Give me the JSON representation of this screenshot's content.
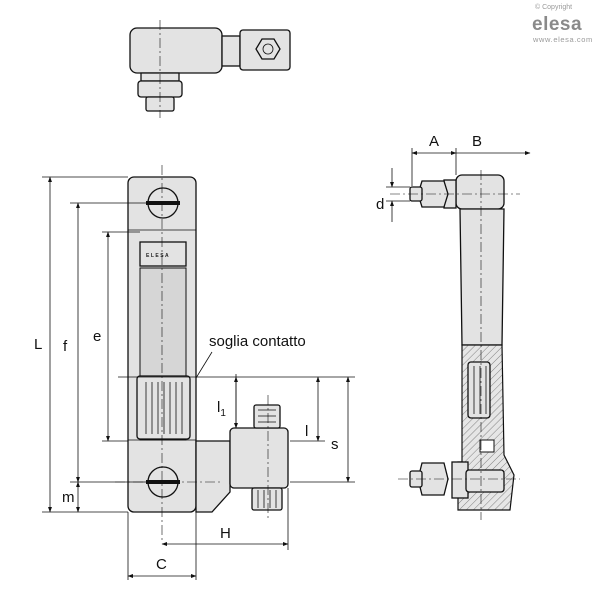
{
  "brand": {
    "copyright": "© Copyright",
    "logo": "elesa",
    "website": "www.elesa.com"
  },
  "product_label": "ELESA",
  "annotation": "soglia contatto",
  "dimensions": {
    "L": "L",
    "f": "f",
    "e": "e",
    "m": "m",
    "l1": "l",
    "l1_sub": "1",
    "l": "l",
    "s": "s",
    "H": "H",
    "C": "C",
    "A": "A",
    "B": "B",
    "d": "d"
  }
}
